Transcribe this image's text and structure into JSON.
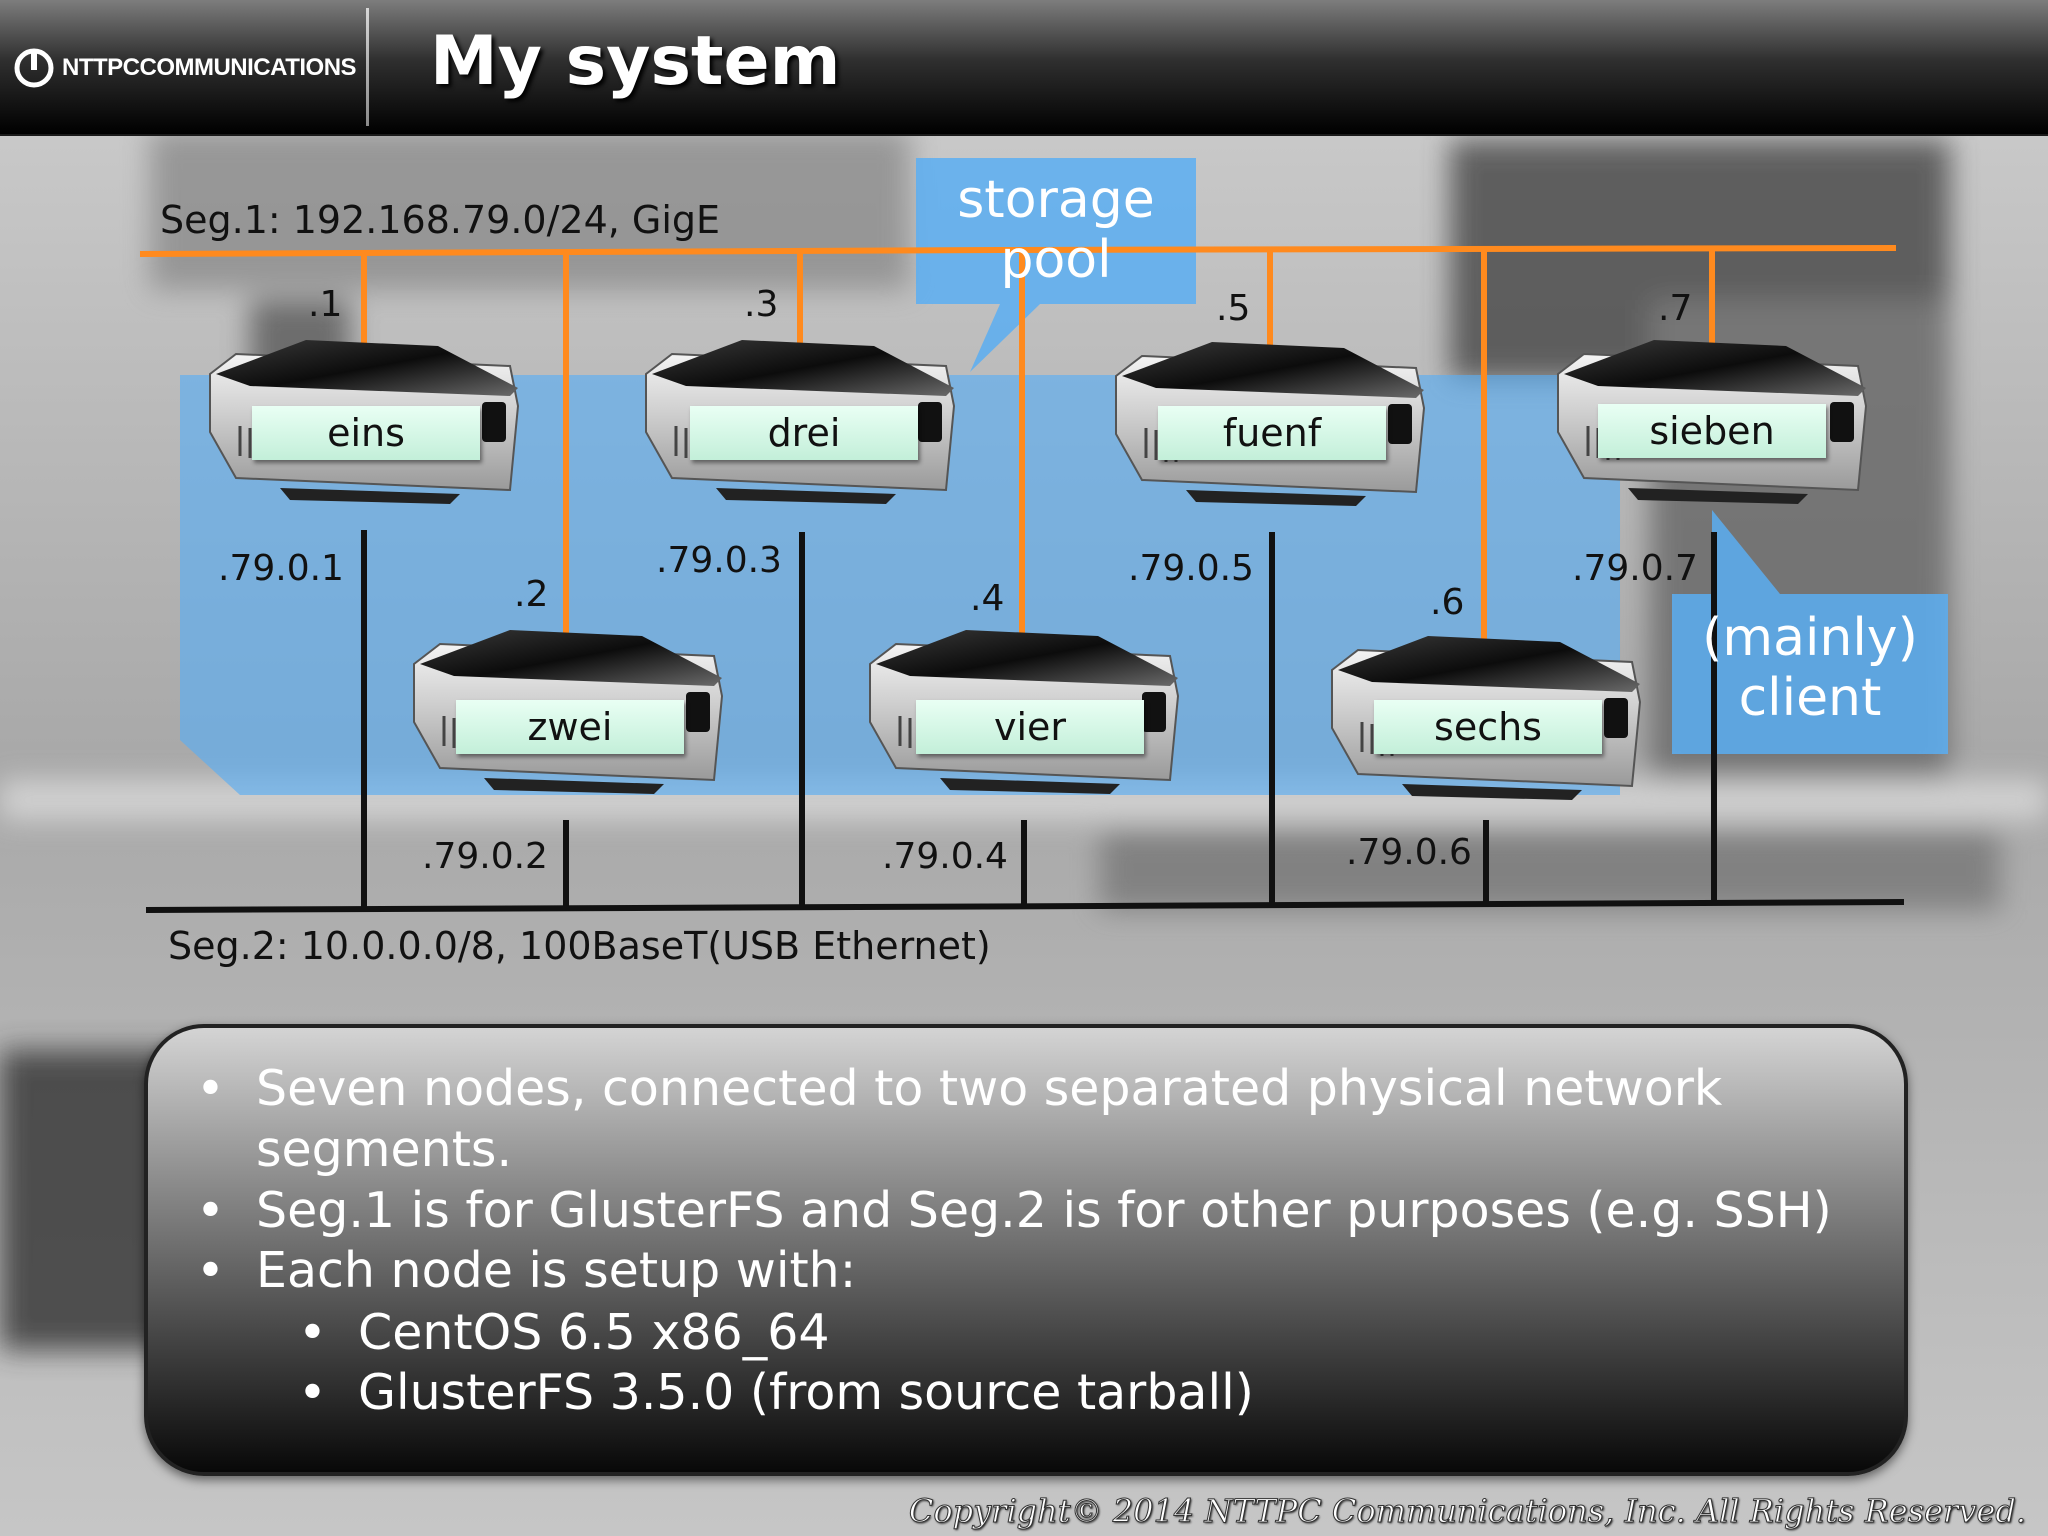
{
  "header": {
    "logo_text": "NTTPCCOMMUNICATIONS",
    "title": "My system"
  },
  "diagram": {
    "seg1_label": "Seg.1: 192.168.79.0/24, GigE",
    "seg2_label": "Seg.2: 10.0.0.0/8, 100BaseT(USB Ethernet)",
    "storage_pool_label": [
      "storage",
      "pool"
    ],
    "client_label": [
      "(mainly)",
      "client"
    ],
    "nodes": [
      {
        "name": "eins",
        "host": ".1",
        "ip": ".79.0.1"
      },
      {
        "name": "zwei",
        "host": ".2",
        "ip": ".79.0.2"
      },
      {
        "name": "drei",
        "host": ".3",
        "ip": ".79.0.3"
      },
      {
        "name": "vier",
        "host": ".4",
        "ip": ".79.0.4"
      },
      {
        "name": "fuenf",
        "host": ".5",
        "ip": ".79.0.5"
      },
      {
        "name": "sechs",
        "host": ".6",
        "ip": ".79.0.6"
      },
      {
        "name": "sieben",
        "host": ".7",
        "ip": ".79.0.7"
      }
    ],
    "colors": {
      "seg1_line": "#ff8a1e",
      "seg2_line": "#111111",
      "storage_pool": "#5aaef2",
      "node_label_bg": "#d5f7e6"
    }
  },
  "info": {
    "bullets": [
      {
        "text": "Seven nodes, connected to two separated physical network",
        "cont": "segments.",
        "level": 1
      },
      {
        "text": "Seg.1 is for GlusterFS and Seg.2 is for other purposes (e.g. SSH)",
        "level": 1
      },
      {
        "text": "Each node is setup with:",
        "level": 1
      },
      {
        "text": "CentOS 6.5 x86_64",
        "level": 2
      },
      {
        "text": "GlusterFS 3.5.0 (from source tarball)",
        "level": 2
      }
    ]
  },
  "footer": {
    "copyright": "Copyright© 2014 NTTPC Communications, Inc. All Rights Reserved."
  }
}
